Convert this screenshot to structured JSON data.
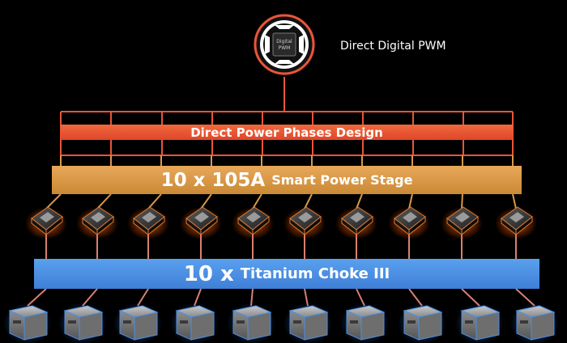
{
  "controller": {
    "chip_text_line1": "Digital",
    "chip_text_line2": "PWM",
    "caption": "Direct Digital PWM"
  },
  "bands": {
    "phases_label": "Direct Power Phases Design",
    "stage_big": "10 x 105A",
    "stage_small": "Smart Power Stage",
    "choke_big": "10 x",
    "choke_small": "Titanium Choke III"
  },
  "colors": {
    "background": "#000000",
    "orange_line": "#e8553a",
    "phases_band": "#e8553a",
    "stage_band": "#d9984a",
    "choke_band": "#4a8fe4",
    "glow_orange": "#ff7a1a",
    "glow_blue": "#3b8cff"
  },
  "counts": {
    "power_stages": 10,
    "chokes": 10
  }
}
